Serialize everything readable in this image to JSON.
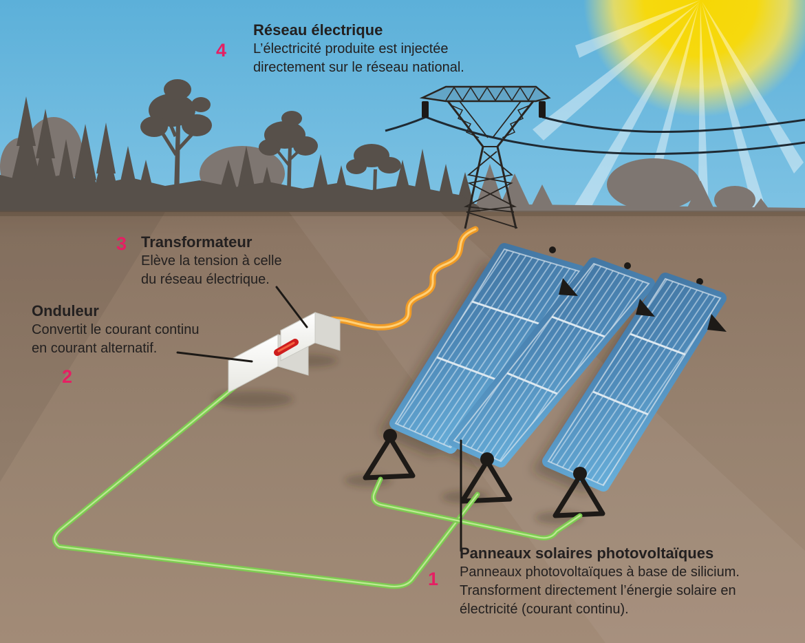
{
  "diagram": {
    "steps": [
      {
        "number": "1",
        "title": "Panneaux solaires photovoltaïques",
        "lines": [
          "Panneaux photovoltaïques à base de silicium.",
          "Transforment directement l’énergie solaire en",
          "électricité (courant continu)."
        ]
      },
      {
        "number": "2",
        "title": "Onduleur",
        "lines": [
          "Convertit le courant continu",
          "en courant alternatif."
        ]
      },
      {
        "number": "3",
        "title": "Transformateur",
        "lines": [
          "Elève la tension à celle",
          "du réseau électrique."
        ]
      },
      {
        "number": "4",
        "title": "Réseau électrique",
        "lines": [
          "L’électricité produite est injectée",
          "directement sur le réseau national."
        ]
      }
    ],
    "colors": {
      "accent_pink": "#e51f63",
      "text": "#232020",
      "sky": "#6ab8de",
      "sun_yellow": "#f6d705",
      "trees_front": "#57504a",
      "trees_back": "#7e7671",
      "ground": "#95806d",
      "panel_blue": "#4c86b5",
      "dc_cable_green": "#7ecb52",
      "ac_cable_orange": "#f09b26",
      "connector_red": "#ce1d1d",
      "box_white": "#ffffff"
    }
  }
}
